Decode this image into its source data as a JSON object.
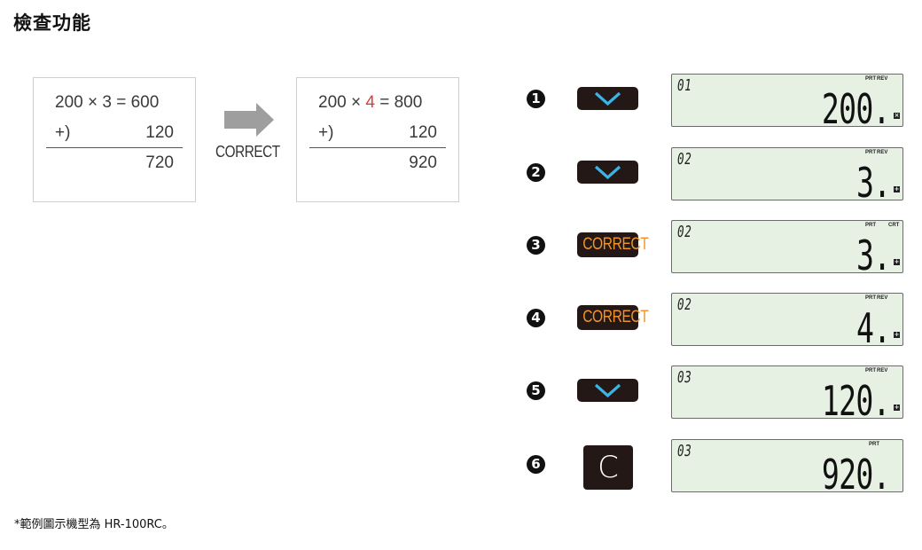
{
  "title": "檢查功能",
  "example": {
    "before": {
      "line1_left": "200 × 3 = 600",
      "line2_left": "+)",
      "line2_right": "120",
      "total": "720"
    },
    "arrow_label": "CORRECT",
    "after": {
      "line1_a": "200 × ",
      "line1_corrected": "4",
      "line1_b": " = 800",
      "line2_left": "+)",
      "line2_right": "120",
      "total": "920"
    },
    "corrected_color": "#e03a3a"
  },
  "steps": [
    {
      "number": "1",
      "key": "arrow-down",
      "counter": "01",
      "indicators": [
        "PRT",
        "REV"
      ],
      "value": "200.",
      "symbol": "×"
    },
    {
      "number": "2",
      "key": "arrow-down",
      "counter": "02",
      "indicators": [
        "PRT",
        "REV"
      ],
      "value": "3.",
      "symbol": "+"
    },
    {
      "number": "3",
      "key": "CORRECT",
      "counter": "02",
      "indicators": [
        "PRT",
        "CRT"
      ],
      "value": "3.",
      "symbol": "+"
    },
    {
      "number": "4",
      "key": "CORRECT",
      "counter": "02",
      "indicators": [
        "PRT",
        "REV"
      ],
      "value": "4.",
      "symbol": "+"
    },
    {
      "number": "5",
      "key": "arrow-down",
      "counter": "03",
      "indicators": [
        "PRT",
        "REV"
      ],
      "value": "120.",
      "symbol": "+"
    },
    {
      "number": "6",
      "key": "C",
      "counter": "03",
      "indicators": [
        "PRT"
      ],
      "value": "920.",
      "symbol": ""
    }
  ],
  "colors": {
    "key_bg": "#231815",
    "arrow_key_glyph": "#3ab4e6",
    "correct_key_text": "#f0932b",
    "lcd_bg": "#e6f1e4"
  },
  "footnote": "*範例圖示機型為 HR-100RC。"
}
